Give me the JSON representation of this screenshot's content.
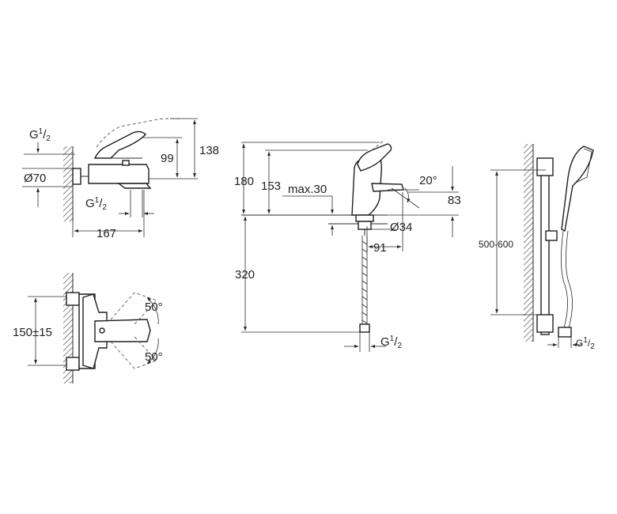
{
  "bath_mixer": {
    "thread": {
      "base": "G",
      "num": "1",
      "den": "2"
    },
    "thread_lower": {
      "base": "G",
      "num": "1",
      "den": "2"
    },
    "dia": "Ø70",
    "height_99": "99",
    "height_138": "138",
    "depth_167": "167"
  },
  "bath_mixer_top": {
    "centers": "150±15",
    "angle_top": "50°",
    "angle_bottom": "50°"
  },
  "basin_mixer": {
    "h180": "180",
    "h153": "153",
    "max": "max.30",
    "angle": "20°",
    "h83": "83",
    "dia": "Ø34",
    "d91": "91",
    "hose": "320",
    "thread": {
      "base": "G",
      "num": "1",
      "den": "2"
    }
  },
  "shower_rail": {
    "range": "500-600",
    "thread": {
      "base": "G",
      "num": "1",
      "den": "2"
    }
  }
}
